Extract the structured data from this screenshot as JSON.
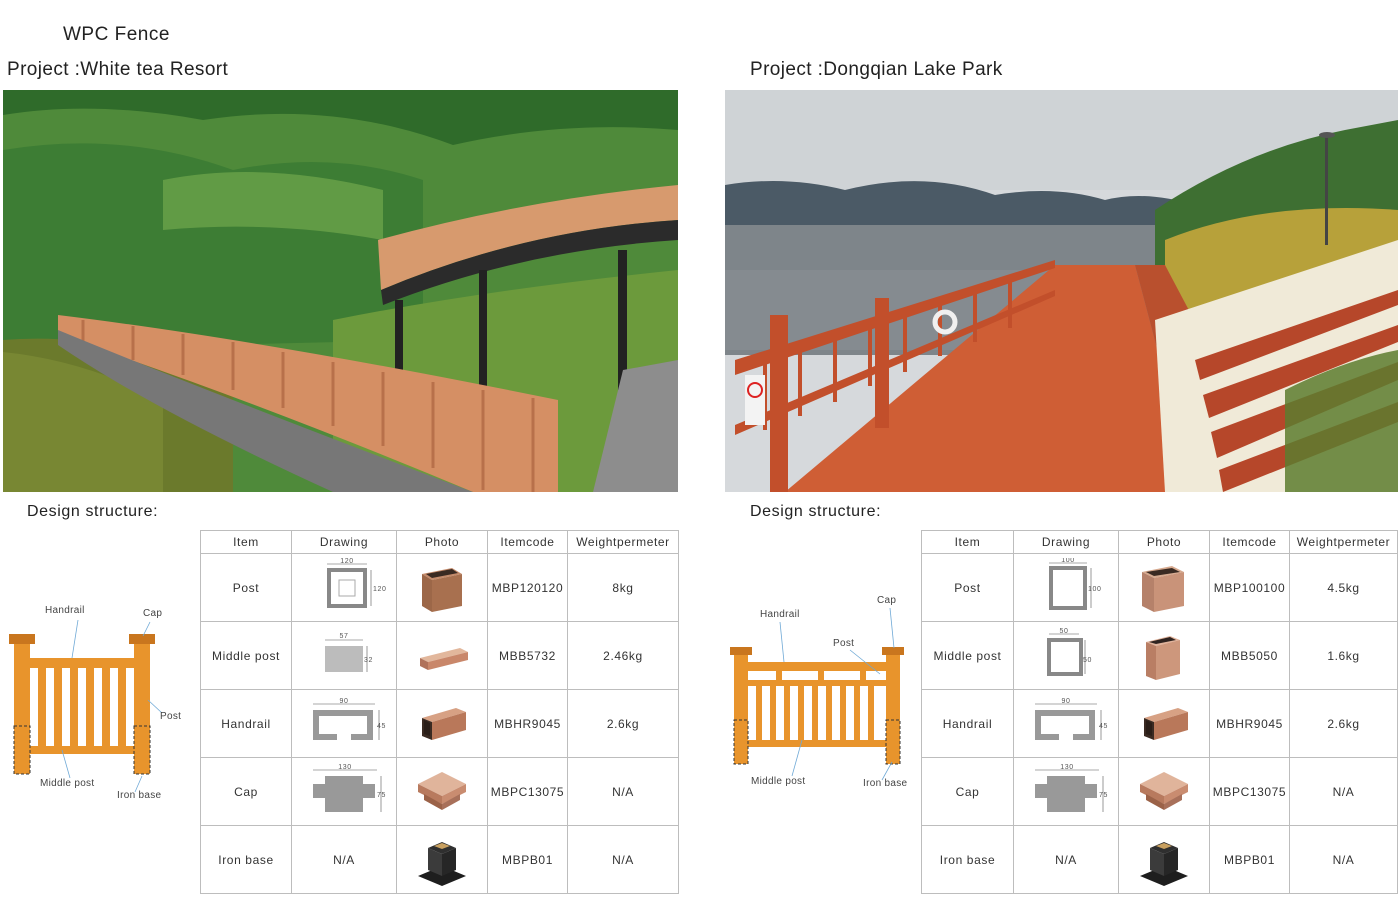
{
  "document": {
    "title": "WPC Fence"
  },
  "projects": [
    {
      "title": "Project :White tea Resort",
      "design_title": "Design structure:",
      "diagram_labels": {
        "handrail": "Handrail",
        "cap": "Cap",
        "post": "Post",
        "middle_post": "Middle post",
        "iron_base": "Iron base"
      },
      "table": {
        "headers": [
          "Item",
          "Drawing",
          "Photo",
          "Itemcode",
          "Weightpermeter"
        ],
        "rows": [
          {
            "item": "Post",
            "drawing_dims": [
              "120",
              "120"
            ],
            "itemcode": "MBP120120",
            "weight": "8kg"
          },
          {
            "item": "Middle post",
            "drawing_dims": [
              "57",
              "32"
            ],
            "itemcode": "MBB5732",
            "weight": "2.46kg"
          },
          {
            "item": "Handrail",
            "drawing_dims": [
              "90",
              "45"
            ],
            "itemcode": "MBHR9045",
            "weight": "2.6kg"
          },
          {
            "item": "Cap",
            "drawing_dims": [
              "130",
              "75"
            ],
            "itemcode": "MBPC13075",
            "weight": "N/A"
          },
          {
            "item": "Iron base",
            "drawing_text": "N/A",
            "itemcode": "MBPB01",
            "weight": "N/A"
          }
        ]
      }
    },
    {
      "title": "Project :Dongqian Lake Park",
      "design_title": "Design structure:",
      "diagram_labels": {
        "handrail": "Handrail",
        "cap": "Cap",
        "post": "Post",
        "middle_post": "Middle post",
        "iron_base": "Iron base"
      },
      "table": {
        "headers": [
          "Item",
          "Drawing",
          "Photo",
          "Itemcode",
          "Weightpermeter"
        ],
        "rows": [
          {
            "item": "Post",
            "drawing_dims": [
              "100",
              "100"
            ],
            "itemcode": "MBP100100",
            "weight": "4.5kg"
          },
          {
            "item": "Middle post",
            "drawing_dims": [
              "50",
              "50"
            ],
            "itemcode": "MBB5050",
            "weight": "1.6kg"
          },
          {
            "item": "Handrail",
            "drawing_dims": [
              "90",
              "45"
            ],
            "itemcode": "MBHR9045",
            "weight": "2.6kg"
          },
          {
            "item": "Cap",
            "drawing_dims": [
              "130",
              "75"
            ],
            "itemcode": "MBPC13075",
            "weight": "N/A"
          },
          {
            "item": "Iron base",
            "drawing_text": "N/A",
            "itemcode": "MBPB01",
            "weight": "N/A"
          }
        ]
      }
    }
  ],
  "colors": {
    "wpc_light": "#e0a57a",
    "wpc_dark": "#c2562f",
    "diagram_orange": "#e8942c",
    "border": "#bdbdbd"
  }
}
